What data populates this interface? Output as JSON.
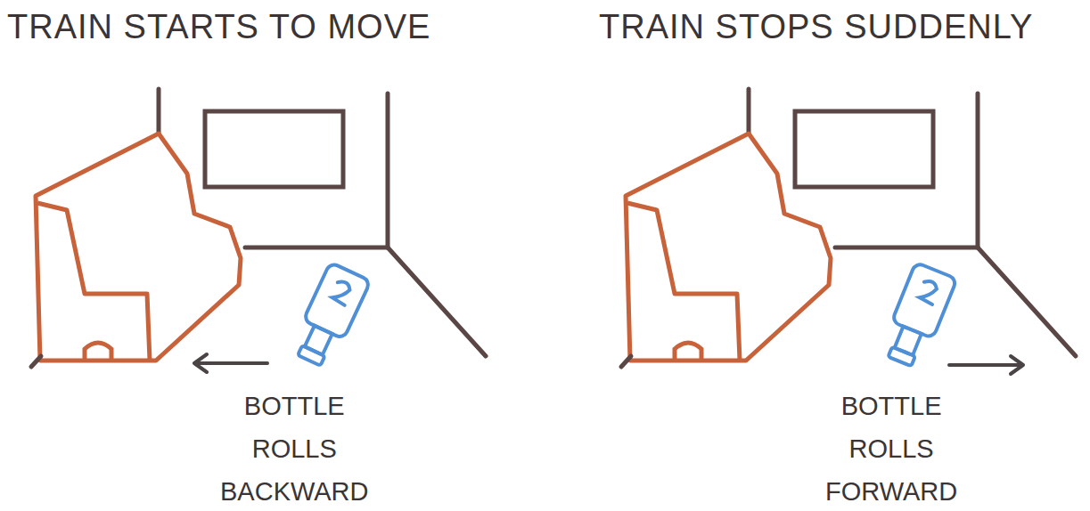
{
  "diagram": {
    "labels": [
      "TRAIN STARTS TO MOVE",
      "BOTTLE ROLLS BACKWARD",
      "TRAIN STOPS SUDDENLY",
      "BOTTLE ROLLS FORWARD"
    ]
  }
}
